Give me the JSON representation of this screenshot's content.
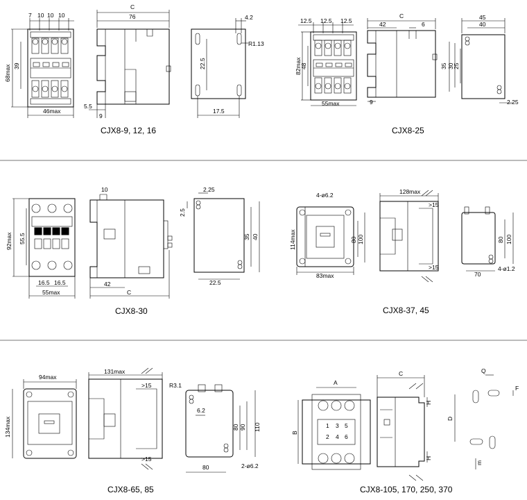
{
  "captions": {
    "p1": "CJX8-9, 12, 16",
    "p2": "CJX8-25",
    "p3": "CJX8-30",
    "p4": "CJX8-37, 45",
    "p5": "CJX8-65, 85",
    "p6": "CJX8-105, 170, 250, 370"
  },
  "dims": {
    "p1": {
      "w7": "7",
      "w10a": "10",
      "w10b": "10",
      "w10c": "10",
      "h68": "68max",
      "h39": "39",
      "w46": "46max",
      "c": "C",
      "w76": "76",
      "d55": "5.5",
      "d9": "9",
      "d42": "4.2",
      "r113": "R1.13",
      "d225": "22.5",
      "d175": "17.5"
    },
    "p2": {
      "t125a": "12.5",
      "t125b": "12.5",
      "t125c": "12.5",
      "h82": "82max",
      "h48": "48",
      "w55": "55max",
      "c": "C",
      "w42": "42",
      "w6": "6",
      "w9": "9",
      "w45": "45",
      "w40": "40",
      "h35": "35",
      "h30": "30",
      "h25": "25",
      "d225": "2.25"
    },
    "p3": {
      "h92": "92max",
      "h555": "55.5",
      "w165a": "16.5",
      "w165b": "16.5",
      "w55": "55max",
      "w10": "10",
      "w42": "42",
      "c": "C",
      "d225": "2.25",
      "d25": "2.5",
      "h35": "35",
      "h40": "40",
      "w225": "22.5"
    },
    "p4": {
      "hole": "4-ø6.2",
      "h114": "114max",
      "h80": "80",
      "h100": "100",
      "w83": "83max",
      "w128": "128max",
      "gt15a": ">15",
      "gt15b": ">15",
      "h80b": "80",
      "h100b": "100",
      "w70": "70",
      "hole2": "4-ø1.2"
    },
    "p5": {
      "w94": "94max",
      "h134": "134max",
      "w131": "131max",
      "gt15a": ">15",
      "gt15b": ">15",
      "r31": "R3.1",
      "d62": "6.2",
      "h80": "80",
      "h90": "90",
      "h110": "110",
      "w80": "80",
      "hole": "2-ø6.2"
    },
    "p6": {
      "a": "A",
      "b": "B",
      "c": "C",
      "h1": "H",
      "h2": "H",
      "q": "Q",
      "f": "F",
      "d": "D",
      "m": "m",
      "n1": "1",
      "n2": "2",
      "n3": "3",
      "n4": "4",
      "n5": "5",
      "n6": "6"
    }
  }
}
